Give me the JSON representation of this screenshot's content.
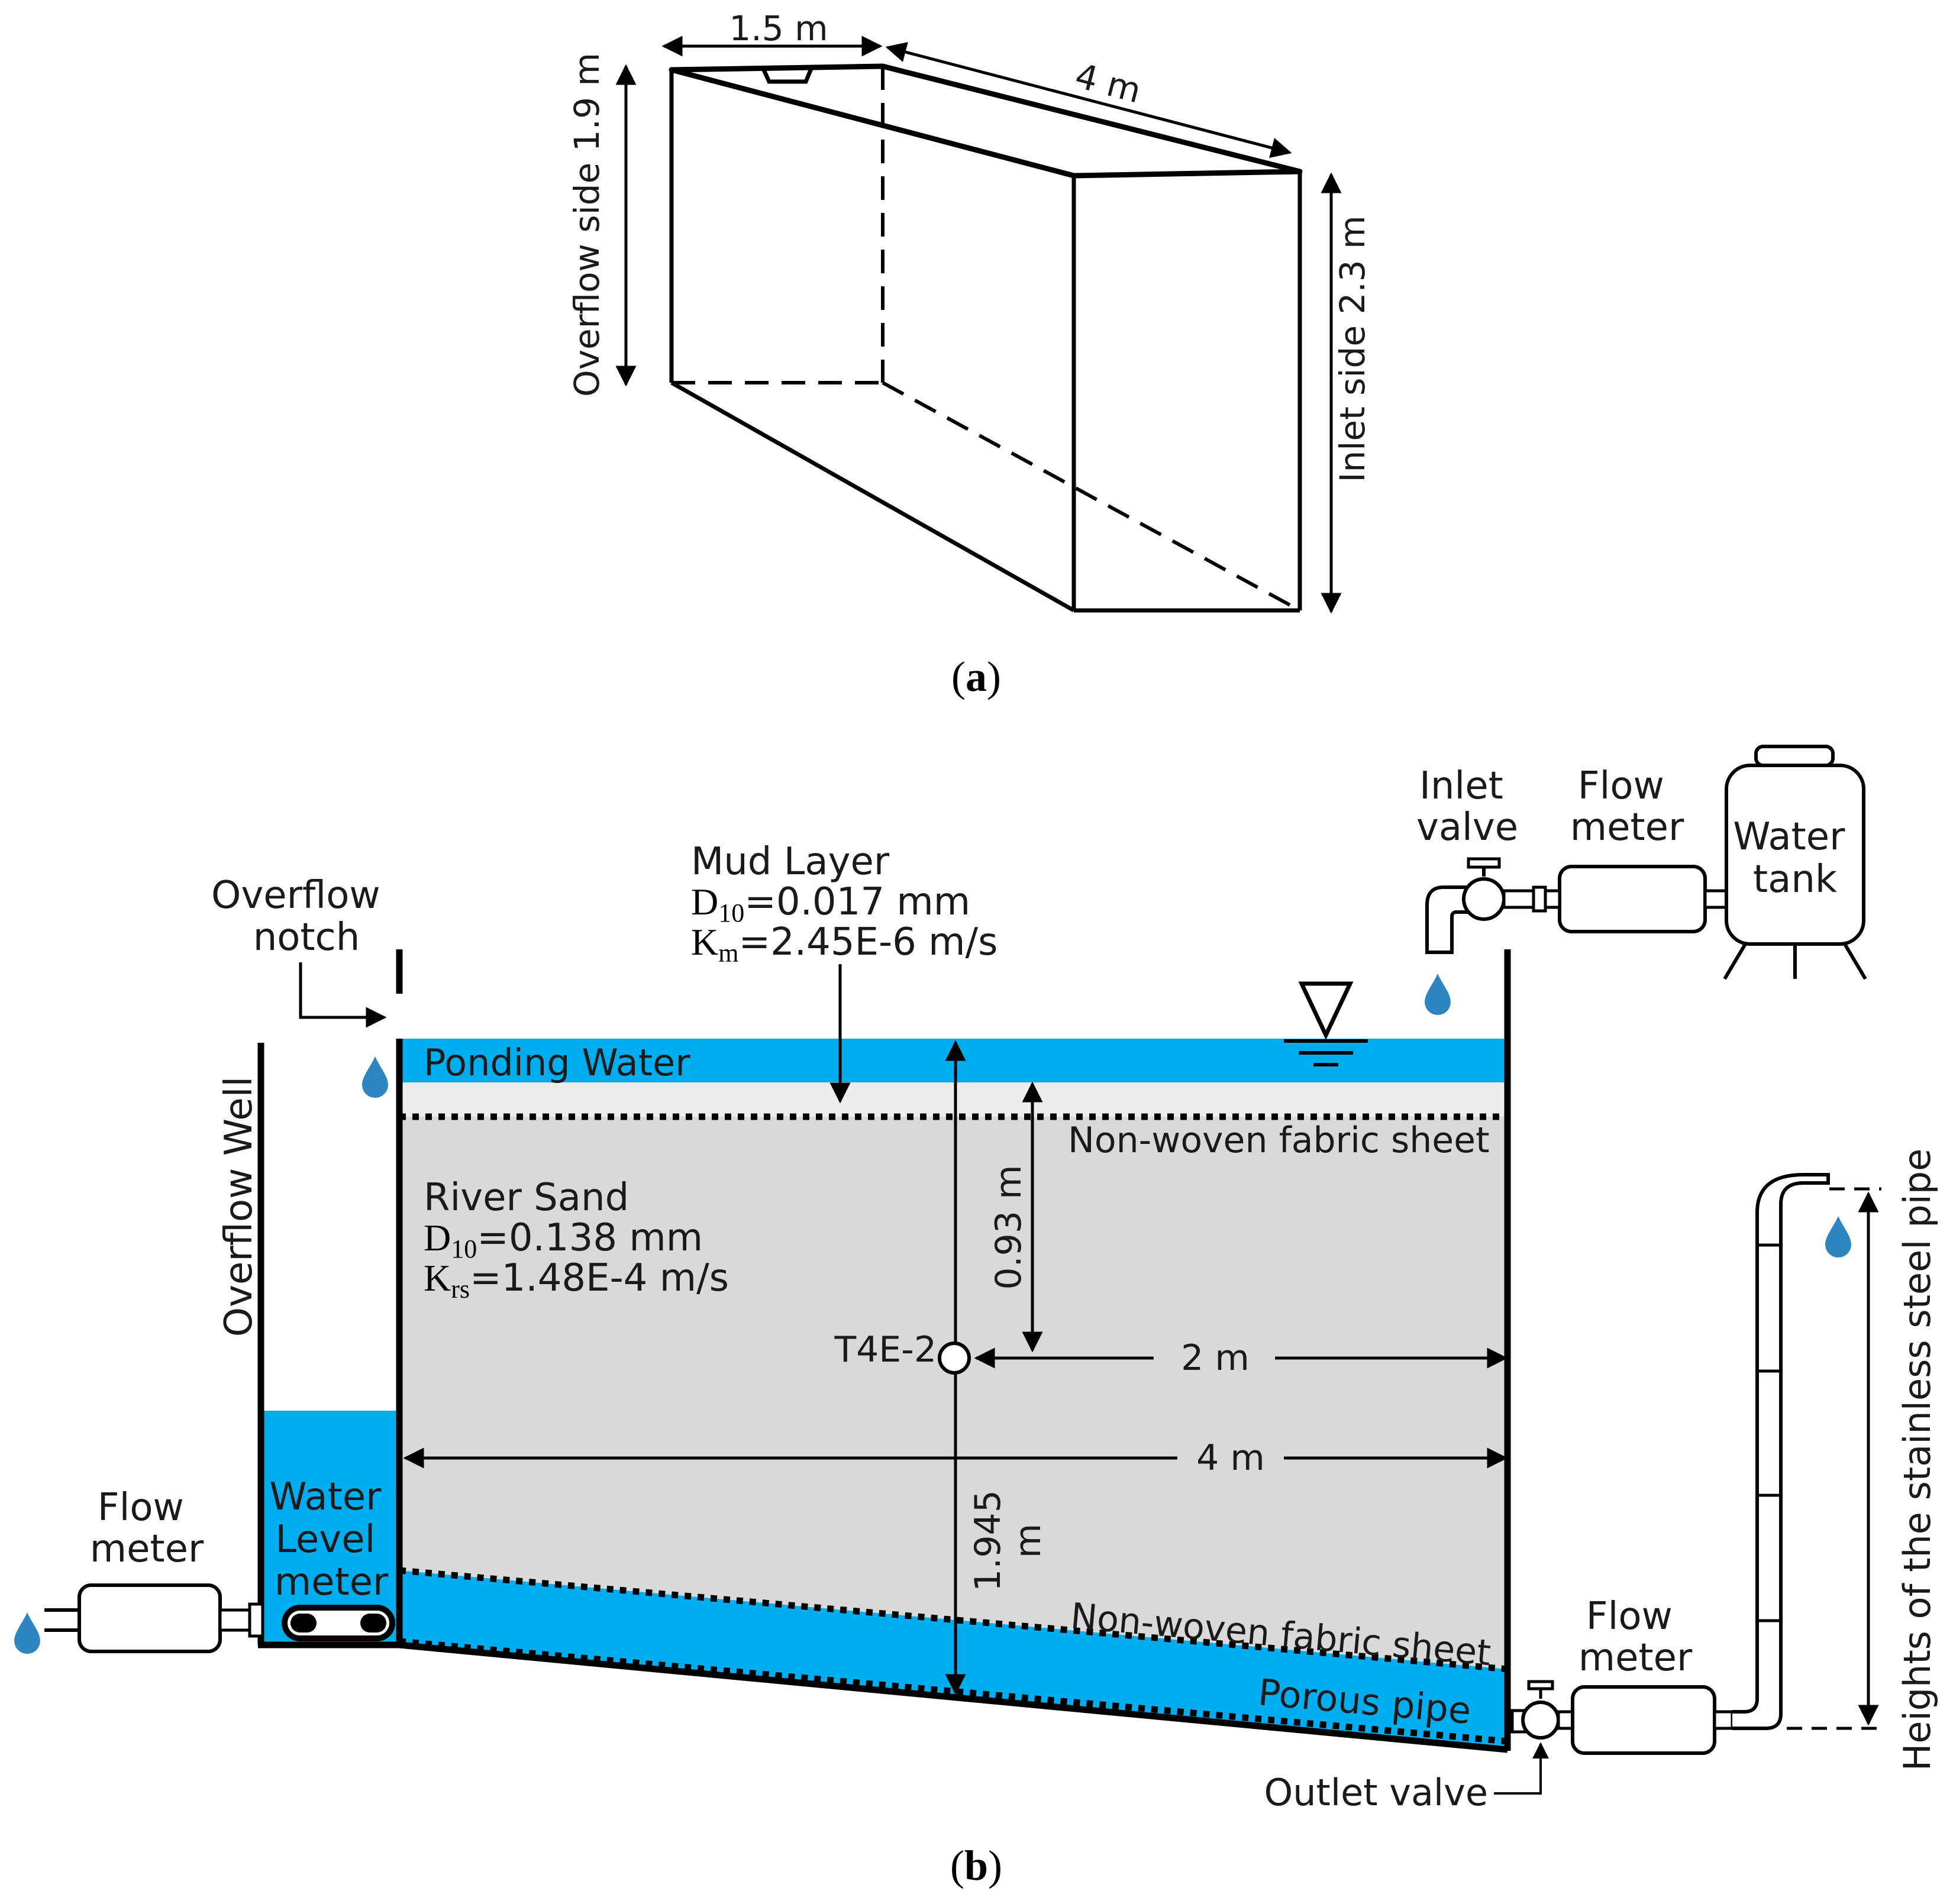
{
  "panel_a": {
    "caption_letter": "a",
    "width_label": "1.5 m",
    "length_label": "4 m",
    "overflow_side_label": "Overflow side 1.9 m",
    "inlet_side_label": "Inlet side 2.3 m"
  },
  "panel_b": {
    "caption_letter": "b",
    "overflow_notch": [
      "Overflow",
      "notch"
    ],
    "overflow_well": "Overflow Well",
    "mud_layer": {
      "title": "Mud Layer",
      "d10_var": "D",
      "d10_sub": "10",
      "d10_val": "=0.017 mm",
      "k_var": "K",
      "k_sub": "m",
      "k_val": "=2.45E-6 m/s"
    },
    "ponding_water": "Ponding Water",
    "fabric_top": "Non-woven fabric sheet",
    "fabric_bottom": "Non-woven fabric sheet",
    "river_sand": {
      "title": "River Sand",
      "d10_var": "D",
      "d10_sub": "10",
      "d10_val": "=0.138 mm",
      "k_var": "K",
      "k_sub": "rs",
      "k_val": "=1.48E-4 m/s"
    },
    "depth_093": "0.93 m",
    "sensor": "T4E-2",
    "dist_2m": "2 m",
    "dist_4m": "4 m",
    "height_1945": [
      "1.945",
      "m"
    ],
    "porous_pipe": "Porous pipe",
    "inlet_valve": [
      "Inlet",
      "valve"
    ],
    "flow_meter_inlet": [
      "Flow",
      "meter"
    ],
    "water_tank": [
      "Water",
      "tank"
    ],
    "flow_meter_left": [
      "Flow",
      "meter"
    ],
    "water_level_meter": [
      "Water",
      "Level",
      "meter"
    ],
    "flow_meter_outlet": [
      "Flow",
      "meter"
    ],
    "outlet_valve": "Outlet valve",
    "pipe_heights": "Heights of the stainless steel pipe"
  },
  "colors": {
    "water": "#00AEEF",
    "sand": "#D9D9D9",
    "mud": "#EDEDED",
    "line": "#000000"
  }
}
